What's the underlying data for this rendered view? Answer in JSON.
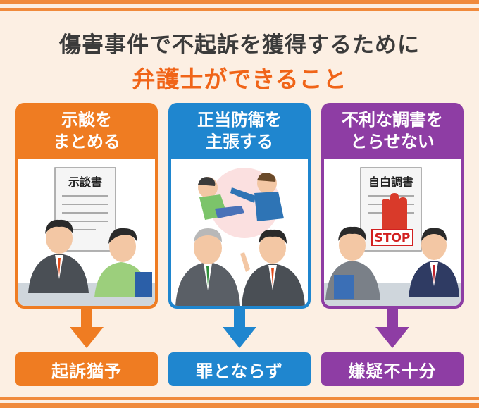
{
  "header": {
    "title_line1": "傷害事件で不起訴を獲得するために",
    "title_line2": "弁護士ができること"
  },
  "colors": {
    "orange": "#ef7c22",
    "blue": "#1f86cf",
    "purple": "#8e3da4",
    "title_accent": "#f06418",
    "background": "#fcefe3"
  },
  "cards": [
    {
      "line1": "示談を",
      "line2": "まとめる",
      "doc_label": "示談書",
      "result": "起訴猶予"
    },
    {
      "line1": "正当防衛を",
      "line2": "主張する",
      "result": "罪とならず"
    },
    {
      "line1": "不利な調書を",
      "line2": "とらせない",
      "doc_label": "自白調書",
      "stop_label": "STOP",
      "result": "嫌疑不十分"
    }
  ],
  "icons": [
    "down-arrow-icon",
    "stop-hand-icon"
  ]
}
